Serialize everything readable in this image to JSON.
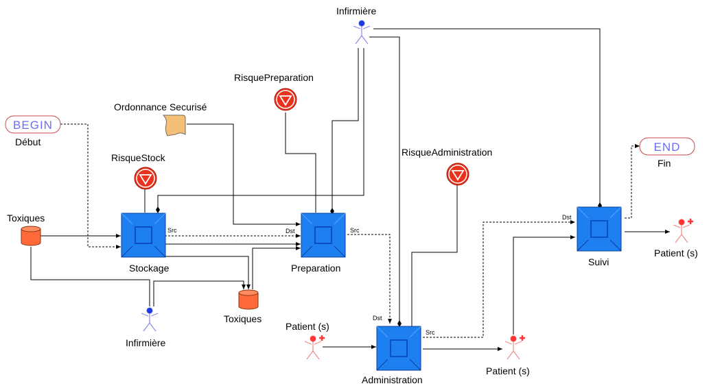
{
  "colors": {
    "activity_fill": "#1e7ff0",
    "activity_inner": "#0a4fc4",
    "risk": "#e8321e",
    "store": "#ff6a3a",
    "doc": "#f4c078",
    "actor_blue": "#1a3be0",
    "actor_red": "#ff3333",
    "terminator_text": "#6b6bff",
    "terminator_border": "#c84a4a"
  },
  "terminators": {
    "begin": {
      "text": "BEGIN",
      "label": "Début"
    },
    "end": {
      "text": "END",
      "label": "Fin"
    }
  },
  "activities": {
    "stockage": "Stockage",
    "preparation": "Preparation",
    "administration": "Administration",
    "suivi": "Suivi"
  },
  "risks": {
    "stock": "RisqueStock",
    "preparation": "RisquePreparation",
    "administration": "RisqueAdministration"
  },
  "stores": {
    "toxiques_left": "Toxiques",
    "toxiques_bottom": "Toxiques"
  },
  "document": {
    "label": "Ordonnance Securisé"
  },
  "actors": {
    "infirmiere_top": "Infirmière",
    "infirmiere_bottom": "Infirmière",
    "patient_admin_in": "Patient (s)",
    "patient_admin_out": "Patient (s)",
    "patient_suivi_out": "Patient (s)"
  },
  "ports": {
    "stockage_src": "Src",
    "preparation_dst": "Dst",
    "preparation_src": "Src",
    "administration_dst": "Dst",
    "administration_src": "Src",
    "suivi_dst": "Dst"
  },
  "icons": [
    "begin-terminator-icon",
    "end-terminator-icon",
    "activity-icon",
    "risk-icon",
    "store-icon",
    "document-icon",
    "actor-icon",
    "patient-icon"
  ]
}
